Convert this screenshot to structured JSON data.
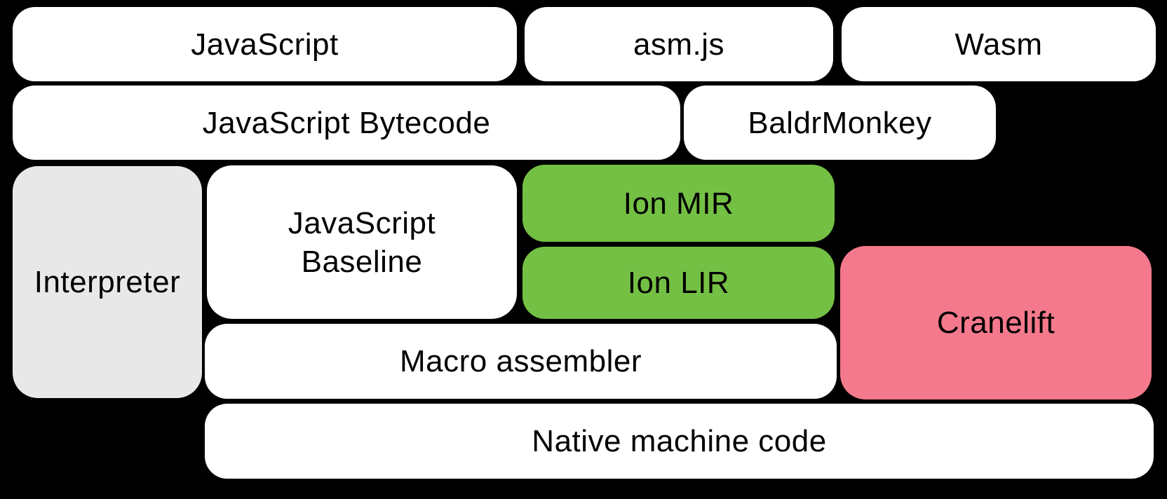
{
  "diagram": {
    "title": "SpiderMonkey compilation pipeline diagram",
    "background_color": "#000000",
    "colors": {
      "source_box": "#ffffff",
      "interpreter_box": "#e8e8e8",
      "ion_box": "#74c044",
      "cranelift_box": "#f5798c",
      "text": "#000000"
    },
    "boxes": {
      "javascript": {
        "label": "JavaScript"
      },
      "asmjs": {
        "label": "asm.js"
      },
      "wasm": {
        "label": "Wasm"
      },
      "bytecode": {
        "label": "JavaScript Bytecode"
      },
      "baldrmonkey": {
        "label": "BaldrMonkey"
      },
      "interpreter": {
        "label": "Interpreter"
      },
      "baseline": {
        "label": "JavaScript Baseline",
        "line1": "JavaScript",
        "line2": "Baseline"
      },
      "ion_mir": {
        "label": "Ion MIR"
      },
      "ion_lir": {
        "label": "Ion LIR"
      },
      "cranelift": {
        "label": "Cranelift"
      },
      "macro_assembler": {
        "label": "Macro assembler"
      },
      "native": {
        "label": "Native machine code"
      }
    }
  }
}
